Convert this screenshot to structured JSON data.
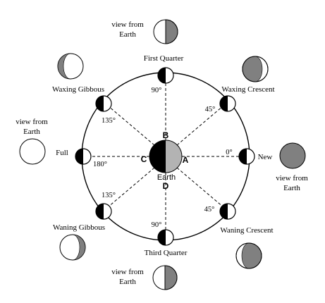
{
  "diagram": {
    "orbit_labels": {
      "new": "New",
      "waxing_crescent": "Waxing Crescent",
      "first_quarter": "First Quarter",
      "waxing_gibbous": "Waxing Gibbous",
      "full": "Full",
      "waning_gibbous": "Waning Gibbous",
      "third_quarter": "Third Quarter",
      "waning_crescent": "Waning Crescent"
    },
    "angle_labels": {
      "a0": "0°",
      "a45_top": "45°",
      "a90_top": "90°",
      "a135_top": "135°",
      "a180": "180°",
      "a135_bottom": "135°",
      "a90_bottom": "90°",
      "a45_bottom": "45°"
    },
    "earth_points": {
      "a": "A",
      "b": "B",
      "c": "C",
      "d": "D"
    },
    "earth_label": "Earth",
    "view_from_earth_line1": "view from",
    "view_from_earth_line2": "Earth",
    "colors": {
      "line": "#000000",
      "moon_dark": "#000000",
      "earth_gray": "#b3b3b3",
      "view_gray": "#808080",
      "background": "#ffffff"
    }
  }
}
